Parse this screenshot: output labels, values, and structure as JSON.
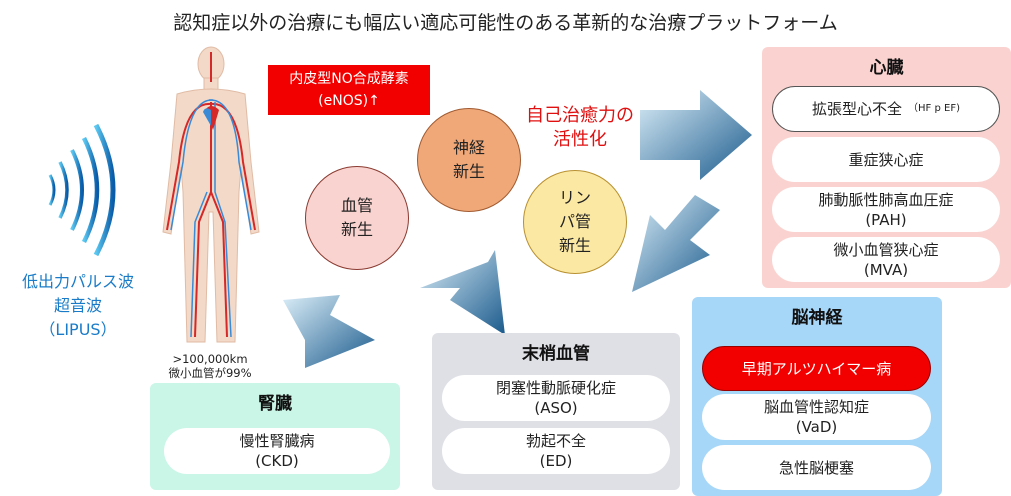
{
  "title": "認知症以外の治療にも幅広い適応可能性のある革新的な治療プラットフォーム",
  "lipus": {
    "line1": "低出力パルス波",
    "line2": "超音波",
    "line3": "（LIPUS）"
  },
  "body_caption": {
    "line1": ">100,000km",
    "line2": "微小血管が99%"
  },
  "enos": {
    "line1": "内皮型NO合成酵素",
    "line2": "(eNOS)↑"
  },
  "heal": {
    "line1": "自己治癒力の",
    "line2": "活性化"
  },
  "circles": [
    {
      "line1": "血管",
      "line2": "新生"
    },
    {
      "line1": "神経",
      "line2": "新生"
    },
    {
      "line1": "リン",
      "line2": "パ管",
      "line3": "新生"
    }
  ],
  "kidney": {
    "title": "腎臓",
    "items": [
      {
        "name": "慢性腎臓病",
        "abbr": "(CKD)"
      }
    ]
  },
  "peripheral": {
    "title": "末梢血管",
    "items": [
      {
        "name": "閉塞性動脈硬化症",
        "abbr": "(ASO)"
      },
      {
        "name": "勃起不全",
        "abbr": "(ED)"
      }
    ]
  },
  "heart": {
    "title": "心臓",
    "items": [
      {
        "name": "拡張型心不全",
        "abbr": "（HF p EF)"
      },
      {
        "name": "重症狭心症"
      },
      {
        "name": "肺動脈性肺高血圧症",
        "abbr": "(PAH)"
      },
      {
        "name": "微小血管狭心症",
        "abbr": "(MVA)"
      }
    ]
  },
  "brain": {
    "title": "脳神経",
    "items": [
      {
        "name": "早期アルツハイマー病"
      },
      {
        "name": "脳血管性認知症",
        "abbr": "(VaD)"
      },
      {
        "name": "急性脳梗塞"
      }
    ]
  },
  "colors": {
    "red": "#f20000",
    "blue_text": "#1a7cc8",
    "heart_bg": "#fad3d0",
    "brain_bg": "#a6d6f8",
    "kidney_bg": "#c9f6e6",
    "peripheral_bg": "#dfe0e6"
  }
}
